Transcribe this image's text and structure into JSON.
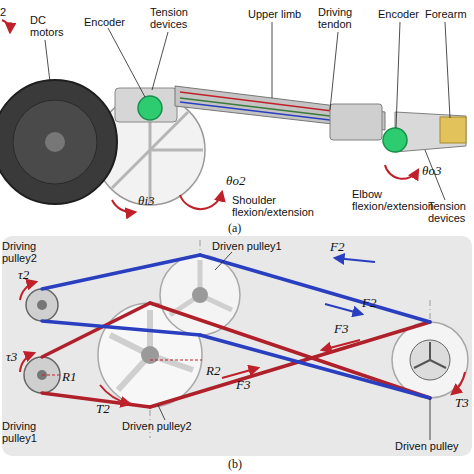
{
  "diagram": {
    "labels": [
      "2",
      "DC motors",
      "Encoder",
      "Tension devices",
      "Upper limb",
      "Driving tendon",
      "Encoder",
      "Forearm",
      "θi3",
      "θo2",
      "Shoulder flexion/extension",
      "θo3",
      "Elbow flexion/extension",
      "Tension devices",
      "(a)",
      "F2",
      "Driving pulley2",
      "τ2",
      "Driven pulley1",
      "F2",
      "F3",
      "F3",
      "τ3",
      "R1",
      "Driving pulley1",
      "T2",
      "R2",
      "Driven pulley2",
      "T3",
      "Driven pulley",
      "(b)"
    ]
  }
}
